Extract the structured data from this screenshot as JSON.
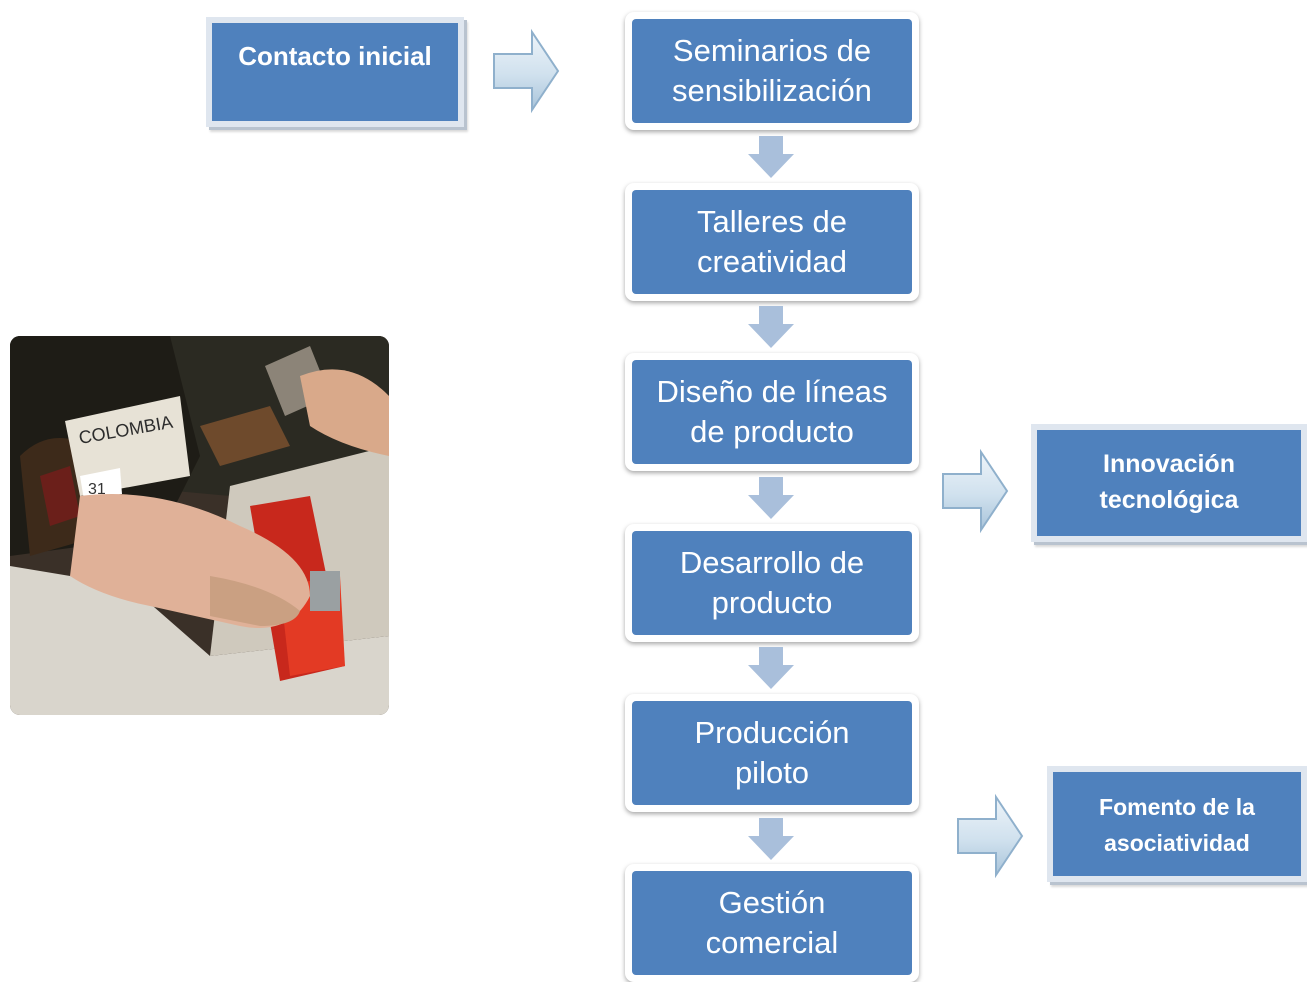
{
  "side_boxes": {
    "contacto": "Contacto inicial",
    "innovacion_1": "Innovación",
    "innovacion_2": "tecnológica",
    "fomento_1": "Fomento de la",
    "fomento_2": "asociatividad"
  },
  "steps": [
    {
      "line1": "Seminarios de",
      "line2": "sensibilización"
    },
    {
      "line1": "Talleres de",
      "line2": "creatividad"
    },
    {
      "line1": "Diseño de líneas",
      "line2": "de producto"
    },
    {
      "line1": "Desarrollo de",
      "line2": "producto"
    },
    {
      "line1": "Producción",
      "line2": "piloto"
    },
    {
      "line1": "Gestión",
      "line2": "comercial"
    }
  ],
  "photo": {
    "badge_text": "COLOMBIA",
    "badge_number": "31"
  },
  "colors": {
    "box_fill": "#4f81bd",
    "arrow_fill": "#b8cce4",
    "arrow_fill_light": "#dbe5f1"
  }
}
